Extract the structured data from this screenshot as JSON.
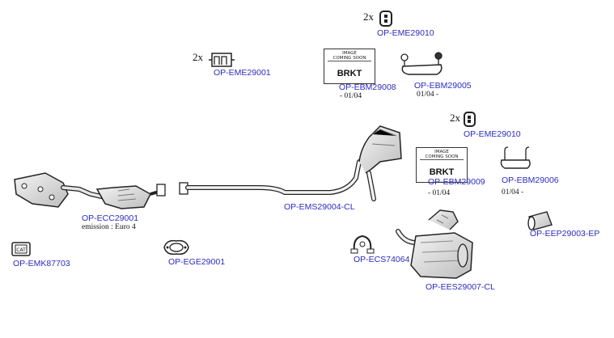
{
  "parts": {
    "eme29010_top": {
      "label": "OP-EME29010",
      "qty": "2x"
    },
    "eme29001": {
      "label": "OP-EME29001",
      "qty": "2x"
    },
    "ebm29008": {
      "label": "OP-EBM29008",
      "note": "- 01/04",
      "image_text": "IMAGE\nCOMING SOON",
      "brkt": "BRKT"
    },
    "ebm29005": {
      "label": "OP-EBM29005",
      "note": "01/04 -"
    },
    "eme29010_mid": {
      "label": "OP-EME29010",
      "qty": "2x"
    },
    "ebm29009": {
      "label": "OP-EBM29009",
      "note": "- 01/04",
      "image_text": "IMAGE\nCOMING SOON",
      "brkt": "BRKT"
    },
    "ebm29006": {
      "label": "OP-EBM29006",
      "note": "01/04 -"
    },
    "ecc29001": {
      "label": "OP-ECC29001",
      "note": "emission : Euro 4"
    },
    "ems29004": {
      "label": "OP-EMS29004-CL"
    },
    "eep29003": {
      "label": "OP-EEP29003-EP"
    },
    "emk87703": {
      "label": "OP-EMK87703",
      "badge": "CAT"
    },
    "ege29001": {
      "label": "OP-EGE29001"
    },
    "ecs74064": {
      "label": "OP-ECS74064"
    },
    "ees29007": {
      "label": "OP-EES29007-CL"
    }
  },
  "colors": {
    "link": "#2b2bbf",
    "line": "#333333",
    "fill": "#e9e9e9",
    "text": "#111111"
  }
}
